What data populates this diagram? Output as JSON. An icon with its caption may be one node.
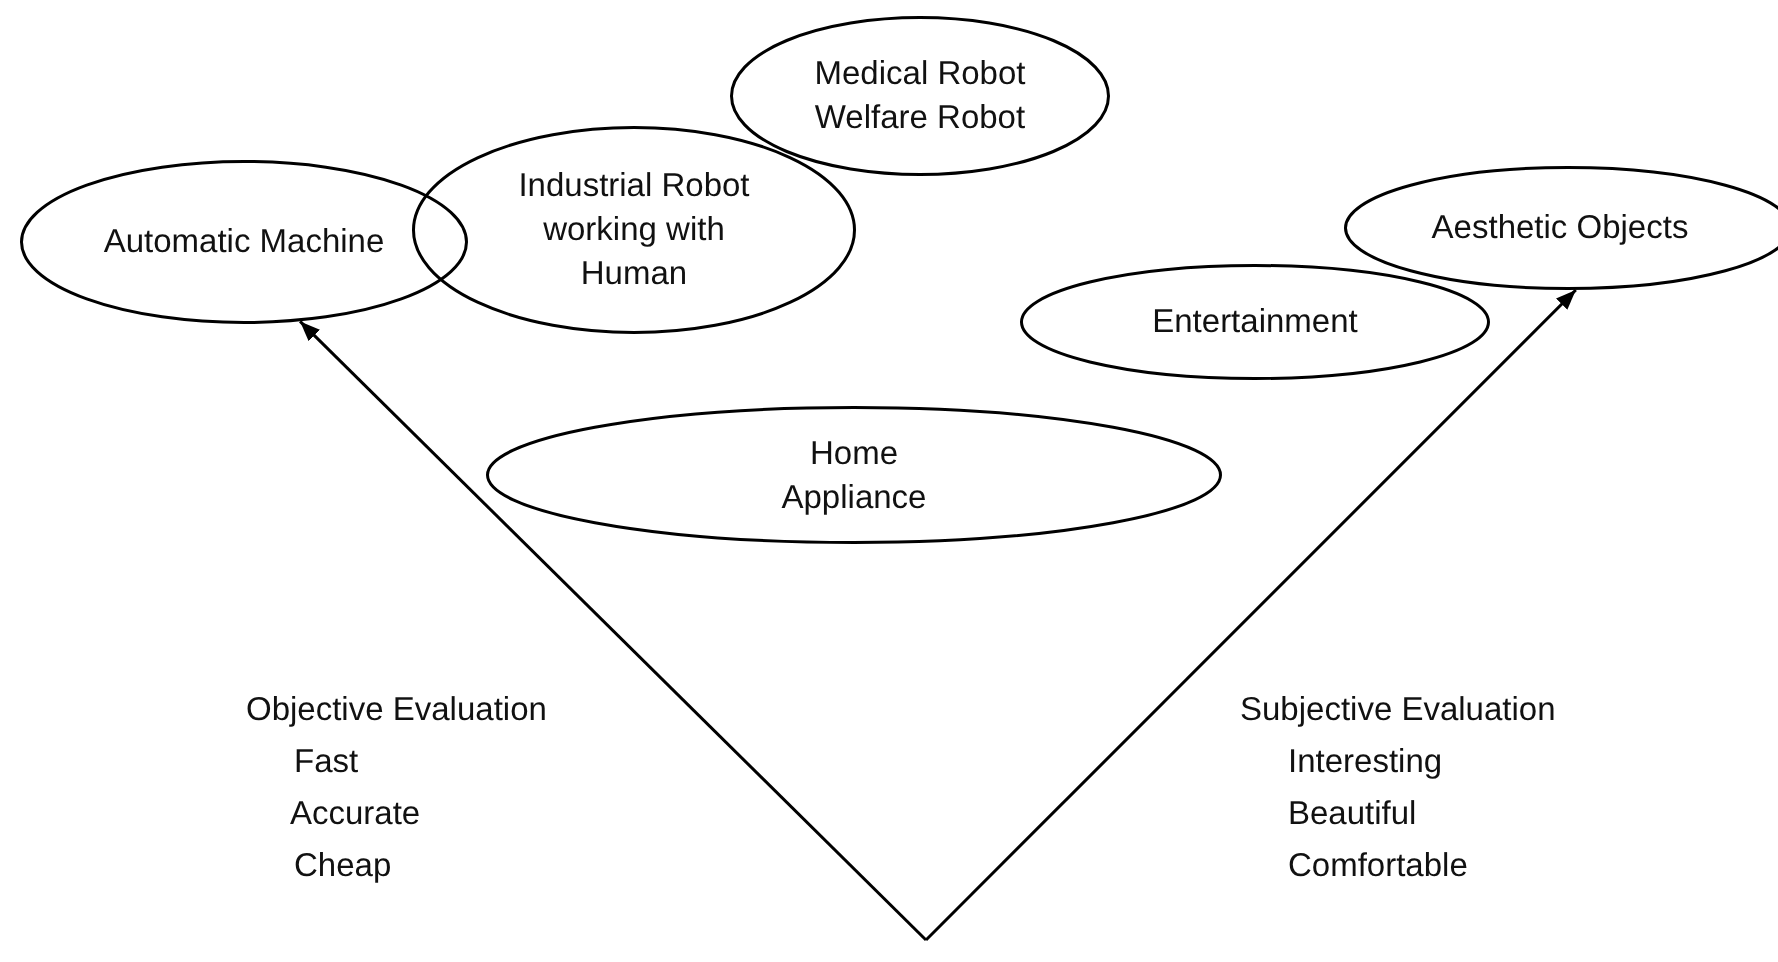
{
  "diagram": {
    "nodes": [
      {
        "text": [
          "Medical Robot Welfare Robot"
        ]
      },
      {
        "text": [
          "Automatic Machine"
        ]
      },
      {
        "text": [
          "Industrial Robot working with Human"
        ]
      },
      {
        "text": [
          "Aesthetic Objects"
        ]
      },
      {
        "text": [
          "Entertainment"
        ]
      },
      {
        "text": [
          "Home Appliance"
        ]
      }
    ],
    "edges": [
      {
        "from": null,
        "to": 1,
        "arrow": "to"
      },
      {
        "from": null,
        "to": 3,
        "arrow": "to"
      }
    ],
    "labels": [
      "Objective Evaluation",
      "Fast",
      "Accurate",
      "Cheap",
      "Subjective Evaluation",
      "Interesting",
      "Beautiful",
      "Comfortable"
    ]
  }
}
